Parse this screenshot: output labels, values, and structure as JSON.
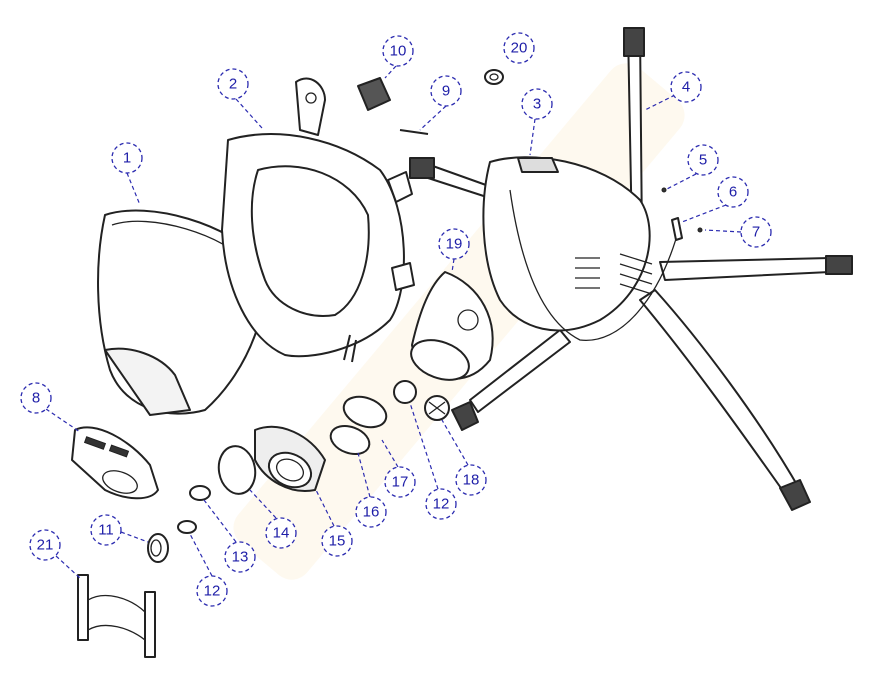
{
  "diagram": {
    "type": "exploded-parts-view",
    "callouts": [
      {
        "label": "1",
        "part": "visor-lens"
      },
      {
        "label": "2",
        "part": "mask-frame"
      },
      {
        "label": "3",
        "part": "head-harness"
      },
      {
        "label": "4",
        "part": "harness-strap"
      },
      {
        "label": "5",
        "part": "screw"
      },
      {
        "label": "6",
        "part": "clip"
      },
      {
        "label": "7",
        "part": "small-screw"
      },
      {
        "label": "8",
        "part": "speech-cover"
      },
      {
        "label": "9",
        "part": "pin"
      },
      {
        "label": "10",
        "part": "buckle"
      },
      {
        "label": "11",
        "part": "valve-seat"
      },
      {
        "label": "12",
        "part": "valve-disc"
      },
      {
        "label": "12",
        "part": "valve-disc"
      },
      {
        "label": "13",
        "part": "valve-disc-small"
      },
      {
        "label": "14",
        "part": "o-ring"
      },
      {
        "label": "15",
        "part": "connector"
      },
      {
        "label": "16",
        "part": "gasket"
      },
      {
        "label": "17",
        "part": "ring"
      },
      {
        "label": "18",
        "part": "valve-cap"
      },
      {
        "label": "19",
        "part": "inner-mask"
      },
      {
        "label": "20",
        "part": "washer"
      },
      {
        "label": "21",
        "part": "bracket"
      }
    ],
    "accent_color": "#1e1ea8"
  }
}
